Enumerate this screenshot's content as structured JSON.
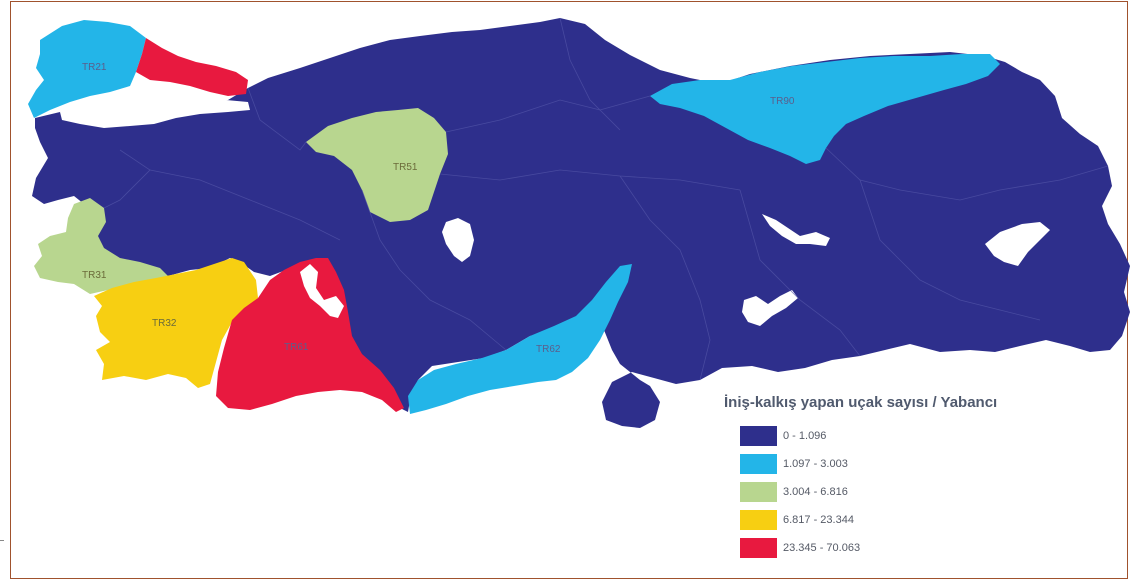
{
  "legend": {
    "title": "İniş-kalkış yapan uçak sayısı / Yabancı",
    "classes": [
      {
        "label": "0 - 1.096",
        "color": "#2e2f8c"
      },
      {
        "label": "1.097 - 3.003",
        "color": "#23b5e8"
      },
      {
        "label": "3.004 - 6.816",
        "color": "#b8d68f"
      },
      {
        "label": "6.817 - 23.344",
        "color": "#f7cf12"
      },
      {
        "label": "23.345 - 70.063",
        "color": "#e8193f"
      }
    ]
  },
  "regions": {
    "tr21": "TR21",
    "tr51": "TR51",
    "tr31": "TR31",
    "tr32": "TR32",
    "tr61": "TR61",
    "tr62": "TR62",
    "tr90": "TR90"
  },
  "region_classes": {
    "TR10": "23.345 - 70.063",
    "TR21": "1.097 - 3.003",
    "TR31": "3.004 - 6.816",
    "TR32": "6.817 - 23.344",
    "TR51": "3.004 - 6.816",
    "TR61": "23.345 - 70.063",
    "TR62": "1.097 - 3.003",
    "TR90": "1.097 - 3.003"
  }
}
